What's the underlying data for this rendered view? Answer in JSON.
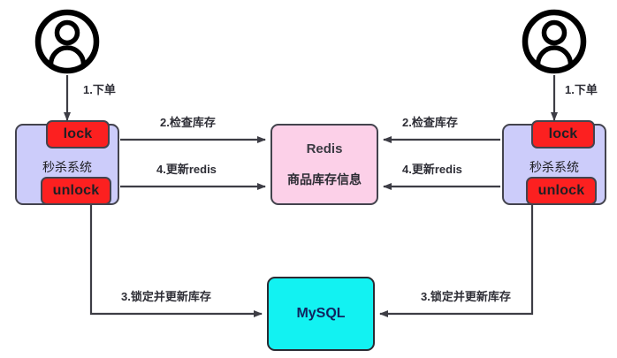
{
  "diagram": {
    "title": "seckill-distributed-lock-flow",
    "colors": {
      "system_fill": "#ccccfa",
      "lock_fill": "#fc2020",
      "redis_fill": "#fcd0e8",
      "mysql_fill": "#12f2f2",
      "stroke": "#3d3d45",
      "background": "#ffffff"
    },
    "nodes": {
      "user_left": {
        "icon": "user-avatar-icon"
      },
      "user_right": {
        "icon": "user-avatar-icon"
      },
      "system_left": {
        "label": "秒杀系统",
        "lock_label": "lock",
        "unlock_label": "unlock"
      },
      "system_right": {
        "label": "秒杀系统",
        "lock_label": "lock",
        "unlock_label": "unlock"
      },
      "redis": {
        "title": "Redis",
        "subtitle": "商品库存信息"
      },
      "mysql": {
        "title": "MySQL"
      }
    },
    "edges": {
      "left_order": "1.下单",
      "right_order": "1.下单",
      "left_check_stock": "2.检查库存",
      "right_check_stock": "2.检查库存",
      "left_update_redis": "4.更新redis",
      "right_update_redis": "4.更新redis",
      "left_lock_update_db": "3.锁定并更新库存",
      "right_lock_update_db": "3.锁定并更新库存"
    }
  }
}
